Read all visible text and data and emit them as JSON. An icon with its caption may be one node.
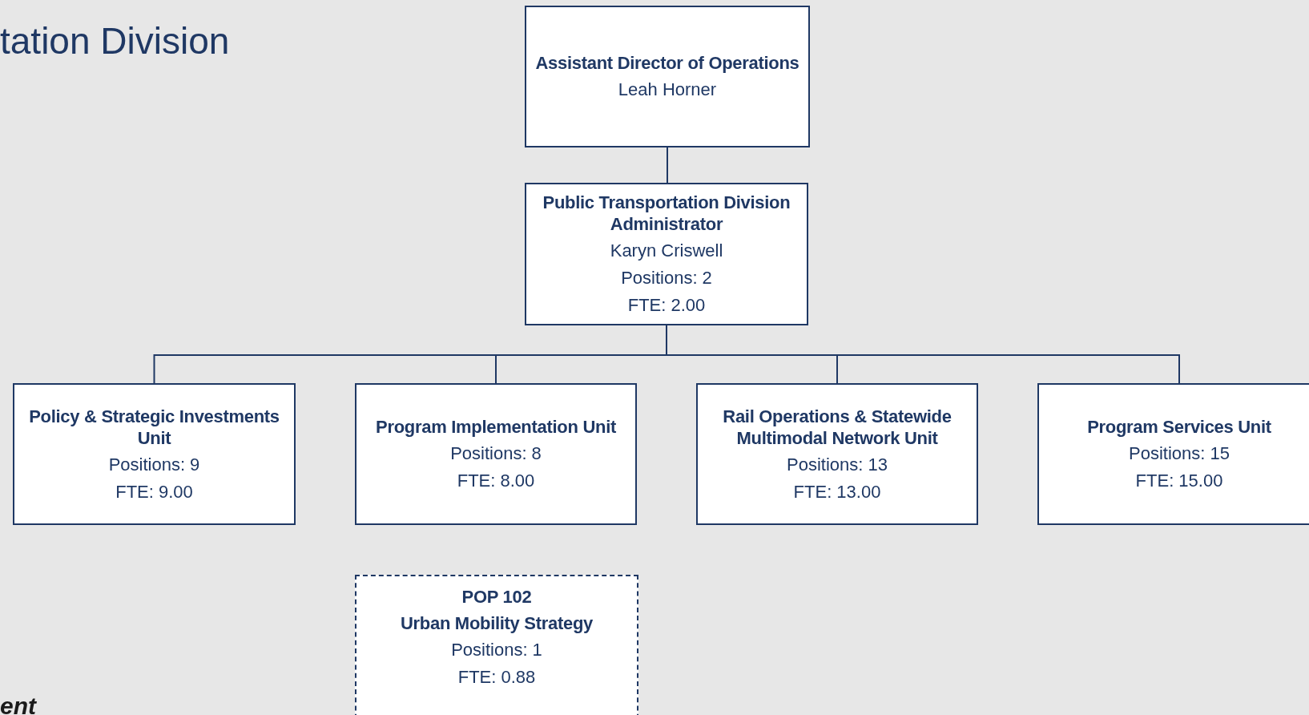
{
  "diagram": {
    "title": "tation Division",
    "nodes": [
      {
        "text": [
          "Assistant Director of Operations",
          "Leah Horner"
        ]
      },
      {
        "text": [
          "Public Transportation Division Administrator",
          "Karyn Criswell",
          "Positions: 2",
          "FTE: 2.00"
        ]
      },
      {
        "text": [
          "Policy & Strategic Investments Unit",
          "Positions: 9",
          "FTE: 9.00"
        ]
      },
      {
        "text": [
          "Program Implementation Unit",
          "Positions: 8",
          "FTE: 8.00"
        ]
      },
      {
        "text": [
          "Rail Operations & Statewide Multimodal Network Unit",
          "Positions: 13",
          "FTE: 13.00"
        ]
      },
      {
        "text": [
          "Program Services Unit",
          "Positions: 15",
          "FTE: 15.00"
        ]
      },
      {
        "text": [
          "POP 102",
          "Urban Mobility Strategy",
          "Positions: 1",
          "FTE: 0.88"
        ]
      }
    ],
    "edges": [
      {
        "from": 0,
        "to": 1,
        "arrow": "none"
      },
      {
        "from": 1,
        "to": 2,
        "arrow": "none"
      },
      {
        "from": 1,
        "to": 3,
        "arrow": "none"
      },
      {
        "from": 1,
        "to": 4,
        "arrow": "none"
      },
      {
        "from": 1,
        "to": 5,
        "arrow": "none"
      }
    ],
    "labels": [
      "ent"
    ]
  }
}
